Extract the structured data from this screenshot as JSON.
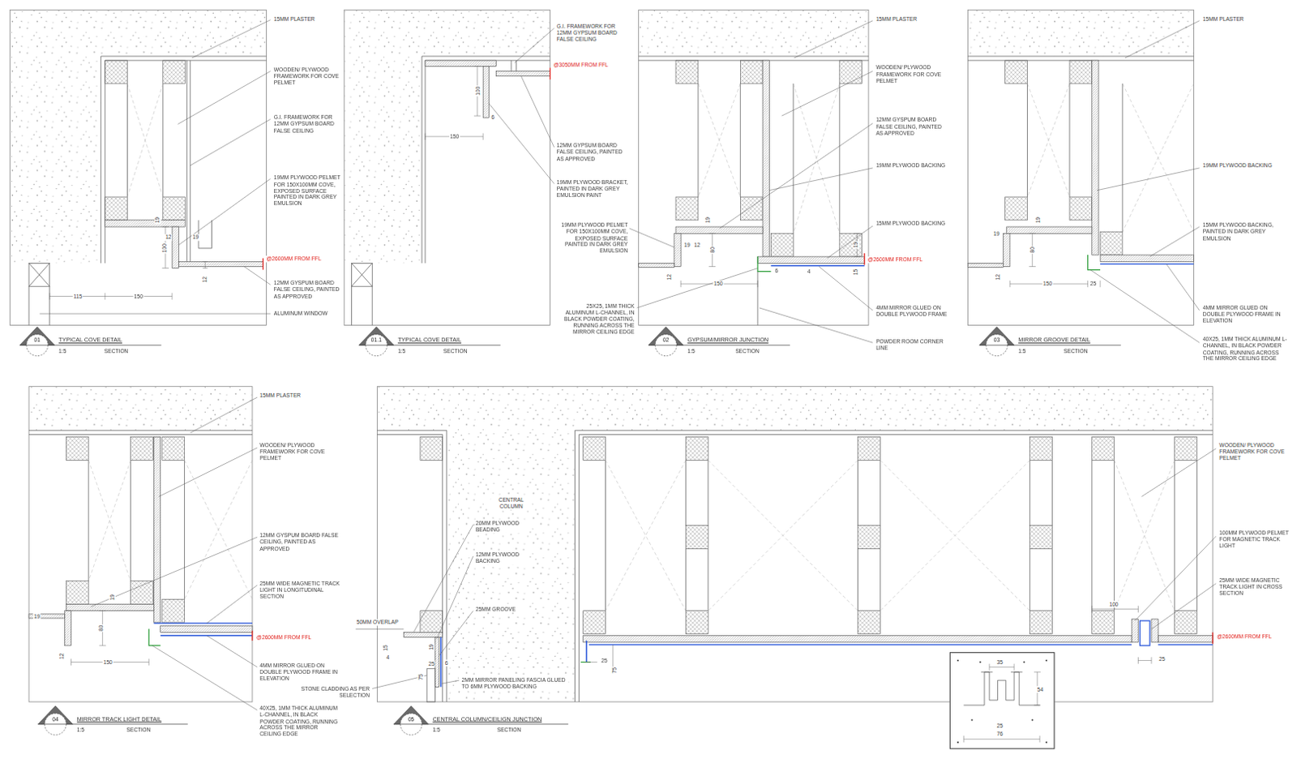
{
  "diagram": {
    "nodes": [
      {
        "text": [
          "35",
          "54",
          "25",
          "76"
        ]
      }
    ],
    "labels": [
      "15MM PLASTER",
      "WOODEN/ PLYWOOD FRAMEWORK FOR COVE PELMET",
      "G.I. FRAMEWORK FOR 12MM GYPSUM BOARD FALSE CEILING",
      "19MM PLYWOOD PELMET FOR 150X100MM COVE, EXPOSED SURFACE PAINTED IN DARK GREY EMULSION",
      "@2600MM FROM FFL",
      "12MM GYSPUM BOARD FALSE CEILING, PAINTED AS APPROVED",
      "ALUMINUM WINDOW",
      "19",
      "12",
      "19",
      "100",
      "12",
      "115",
      "150",
      "01",
      "TYPICAL COVE DETAIL",
      "1:5",
      "SECTION",
      "G.I. FRAMEWORK FOR 12MM GYPSUM BOARD FALSE CEILING",
      "@3050MM FROM FFL",
      "100",
      "6",
      "150",
      "12MM GYPSUM BOARD FALSE CEILING, PAINTED AS APPROVED",
      "19MM PLYWOOD BRACKET, PAINTED IN DARK GREY EMULSION PAINT",
      "19MM PLYWOOD PELMET FOR 150X100MM COVE, EXPOSED SURFACE PAINTED IN DARK GREY EMULSION",
      "25X25, 1MM THICK ALUMINUM L-CHANNEL, IN BLACK POWDER COATING, RUNNING ACROSS THE MIRROR CEILING EDGE",
      "01.1",
      "TYPICAL COVE DETAIL",
      "1:5",
      "SECTION",
      "15MM PLASTER",
      "WOODEN/ PLYWOOD FRAMEWORK FOR COVE PELMET",
      "12MM GYSPUM BOARD FALSE CEILING, PAINTED AS APPROVED",
      "19MM PLYWOOD BACKING",
      "15MM PLYWOOD BACKING",
      "@2600MM FROM FFL",
      "4MM MIRROR GLUED ON DOUBLE PLYWOOD FRAME",
      "POWDER ROOM CORNER LINE",
      "19",
      "19",
      "12",
      "80",
      "12",
      "150",
      "6",
      "4",
      "19",
      "15",
      "02",
      "GYPSUM/MIRROR JUNCTION",
      "1:5",
      "SECTION",
      "15MM PLASTER",
      "19MM PLYWOOD BACKING",
      "15MM PLYWOOD BACKING, PAINTED IN DARK GREY EMULSION",
      "4MM MIRROR GLUED ON DOUBLE PLYWOOD FRAME IN ELEVATION",
      "40X25, 1MM THICK ALUMINUM L-CHANNEL, IN BLACK POWDER COATING, RUNNING ACROSS THE MIRROR CEILING EDGE",
      "19",
      "19",
      "80",
      "12",
      "150",
      "25",
      "03",
      "MIRROR GROOVE DETAIL",
      "1:5",
      "SECTION",
      "15MM PLASTER",
      "WOODEN/ PLYWOOD FRAMEWORK FOR COVE PELMET",
      "12MM GYSPUM BOARD FALSE CEILING, PAINTED AS APPROVED",
      "25MM WIDE MAGNETIC TRACK LIGHT IN LONGITUDINAL SECTION",
      "@2600MM FROM FFL",
      "4MM MIRROR GLUED ON DOUBLE PLYWOOD FRAME IN ELEVATION",
      "40X25, 1MM THICK ALUMINUM L-CHANNEL, IN BLACK POWDER COATING, RUNNING ACROSS THE MIRROR CEILING EDGE",
      "19",
      "19",
      "80",
      "12",
      "150",
      "04",
      "MIRROR TRACK LIGHT DETAIL",
      "1:5",
      "SECTION",
      "CENTRAL COLUMN",
      "20MM PLYWOOD BEADING",
      "12MM PLYWOOD BACKING",
      "25MM GROOVE",
      "50MM OVERLAP",
      "15",
      "4",
      "19",
      "25",
      "6",
      "75",
      "STONE CLADDING AS PER SELECTION",
      "2MM MIRROR PANELING FASCIA GLUED TO 6MM PLYWOOD BACKING",
      "25",
      "75",
      "WOODEN/ PLYWOOD FRAMEWORK FOR COVE PELMET",
      "100MM PLYWOOD PELMET FOR MAGNETIC TRACK LIGHT",
      "25MM WIDE MAGNETIC TRACK LIGHT IN CROSS SECTION",
      "@2600MM FROM FFL",
      "100",
      "25",
      "05",
      "CENTRAL COLUMN/CEILIGN JUNCTION",
      "1:5",
      "SECTION"
    ]
  }
}
